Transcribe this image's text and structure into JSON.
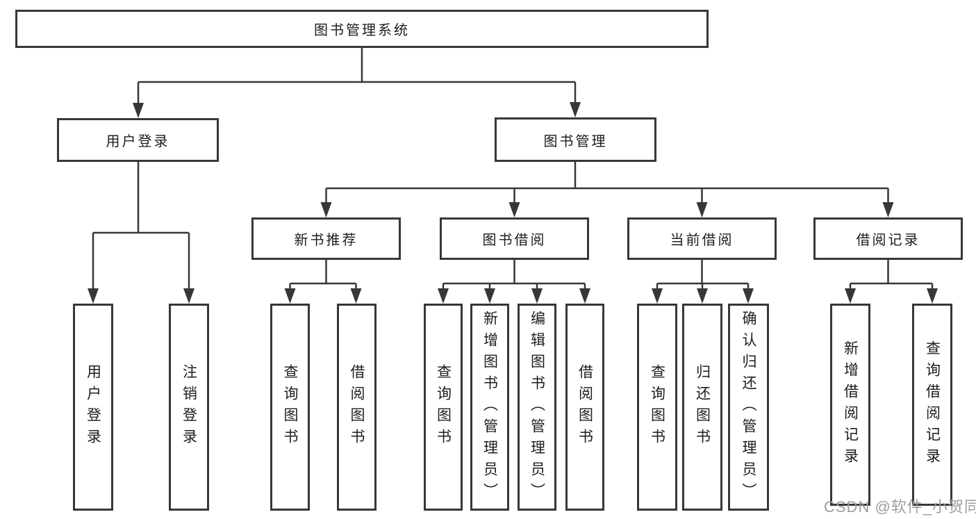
{
  "tree": {
    "label": "图书管理系统",
    "children": [
      {
        "label": "用户登录",
        "children": [
          {
            "label": "用户登录"
          },
          {
            "label": "注销登录"
          }
        ]
      },
      {
        "label": "图书管理",
        "children": [
          {
            "label": "新书推荐",
            "children": [
              {
                "label": "查询图书"
              },
              {
                "label": "借阅图书"
              }
            ]
          },
          {
            "label": "图书借阅",
            "children": [
              {
                "label": "查询图书"
              },
              {
                "label": "新增图书（管理员）"
              },
              {
                "label": "编辑图书（管理员）"
              },
              {
                "label": "借阅图书"
              }
            ]
          },
          {
            "label": "当前借阅",
            "children": [
              {
                "label": "查询图书"
              },
              {
                "label": "归还图书"
              },
              {
                "label": "确认归还（管理员）"
              }
            ]
          },
          {
            "label": "借阅记录",
            "children": [
              {
                "label": "新增借阅记录"
              },
              {
                "label": "查询借阅记录"
              }
            ]
          }
        ]
      }
    ]
  },
  "watermark": {
    "text": "CSDN @软件_小贺同学"
  },
  "colors": {
    "line": "#373737",
    "box_border": "#373737",
    "text": "#1d1d1d",
    "watermark": "#9d9d9d",
    "background": "#ffffff"
  }
}
